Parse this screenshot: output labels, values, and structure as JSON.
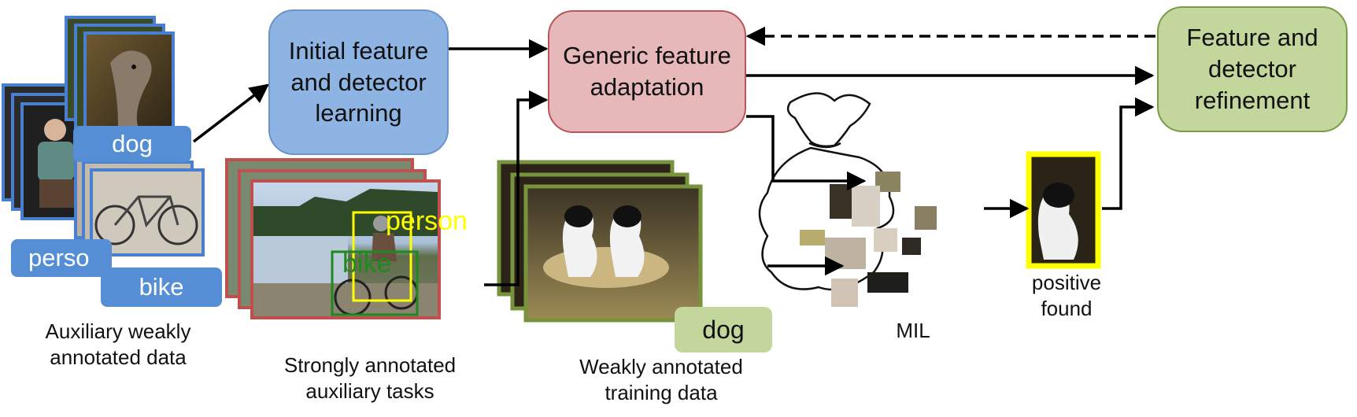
{
  "nodes": {
    "initial": {
      "label": "Initial feature\nand detector\nlearning",
      "color": "#8db4e2",
      "border": "#6a93cc"
    },
    "generic": {
      "label": "Generic feature\nadaptation",
      "color": "#e6b8b9",
      "border": "#b8555a"
    },
    "refine": {
      "label": "Feature and\ndetector\nrefinement",
      "color": "#c3d69b",
      "border": "#7a9a4b"
    }
  },
  "captions": {
    "aux_weak": "Auxiliary weakly\nannotated data",
    "strong_aux": "Strongly annotated\nauxiliary tasks",
    "weak_train": "Weakly annotated\ntraining data",
    "mil": "MIL",
    "positive": "positive\nfound"
  },
  "tags": {
    "dog": "dog",
    "person": "perso",
    "bike": "bike",
    "train_dog": "dog"
  },
  "detections": {
    "person": "person",
    "bike": "bike"
  },
  "colors": {
    "blue_tag": "#558ed5",
    "blue_frame": "#4a7fcf",
    "red_frame": "#c0504d",
    "green_frame": "#77933c",
    "green_tag": "#c3d69b",
    "yellow_box": "#ffff00",
    "green_box": "#1e8a1e",
    "arrow": "#000000"
  }
}
